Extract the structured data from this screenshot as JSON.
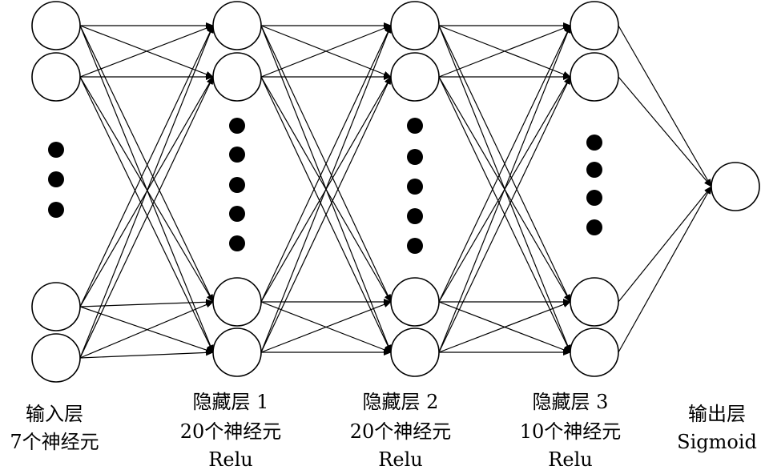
{
  "layers": [
    {
      "lines": [
        "输入层",
        "7个神经元"
      ]
    },
    {
      "lines": [
        "隐藏层 1",
        "20个神经元",
        "Relu"
      ]
    },
    {
      "lines": [
        "隐藏层 2",
        "20个神经元",
        "Relu"
      ]
    },
    {
      "lines": [
        "隐藏层 3",
        "10个神经元",
        "Relu"
      ]
    },
    {
      "lines": [
        "输出层",
        "Sigmoid"
      ]
    }
  ]
}
